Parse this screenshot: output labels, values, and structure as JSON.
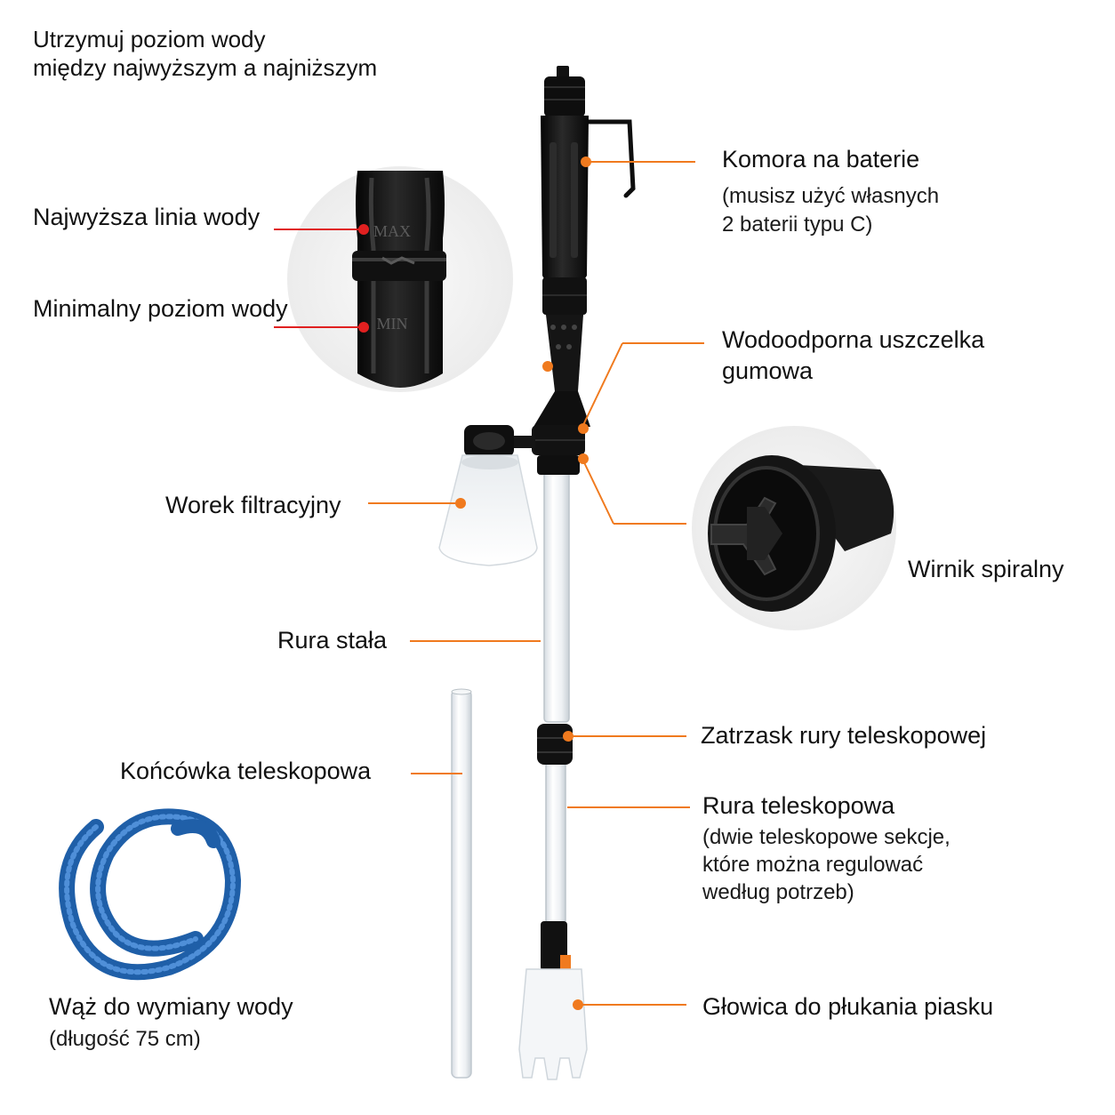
{
  "colors": {
    "leader": "#f07a1e",
    "mark": "#e02020",
    "device": "#141414",
    "hose": "#1f5fa8"
  },
  "icons": [
    "aquarium-gravel-cleaner-device",
    "water-level-closeup",
    "spiral-impeller-closeup",
    "telescopic-extension-tube",
    "water-change-hose"
  ],
  "water_level": {
    "intro_line1": "Utrzymuj poziom wody",
    "intro_line2": "między najwyższym a najniższym",
    "max_label": "Najwyższa linia wody",
    "min_label": "Minimalny poziom wody",
    "max_mark": "MAX",
    "min_mark": "MIN"
  },
  "battery": {
    "title": "Komora na baterie",
    "note_line1": "(musisz użyć własnych",
    "note_line2": "2 baterii typu C)"
  },
  "seal": {
    "line1": "Wodoodporna uszczelka",
    "line2": "gumowa"
  },
  "filter_bag": {
    "label": "Worek filtracyjny"
  },
  "impeller": {
    "label": "Wirnik spiralny"
  },
  "fixed_tube": {
    "label": "Rura stała"
  },
  "tube_clip": {
    "label": "Zatrzask rury teleskopowej"
  },
  "extension": {
    "label": "Końcówka teleskopowa"
  },
  "telescopic_tube": {
    "title": "Rura teleskopowa",
    "note_line1": "(dwie teleskopowe sekcje,",
    "note_line2": "które można regulować",
    "note_line3": "według potrzeb)"
  },
  "hose": {
    "title": "Wąż do wymiany wody",
    "note": "(długość 75 cm)"
  },
  "sand_head": {
    "label": "Głowica do płukania piasku"
  }
}
